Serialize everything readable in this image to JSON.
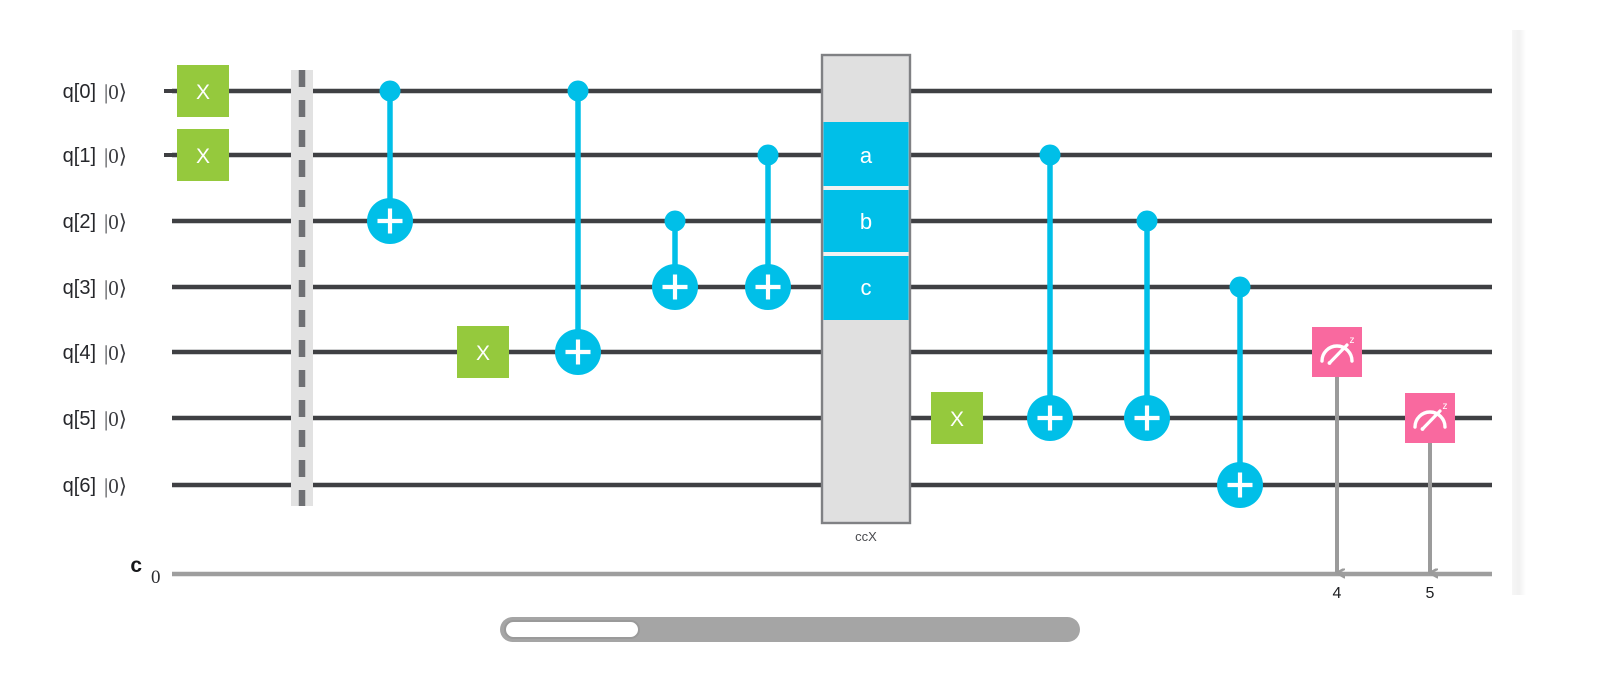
{
  "diagram": {
    "kind": "quantum-circuit",
    "background_color": "#ffffff"
  },
  "palette": {
    "x_gate": "#95c93d",
    "cx_cyan": "#00bfe8",
    "measure_pink": "#f9699f",
    "wire": "#3f4043",
    "classical_wire": "#9e9e9e",
    "barrier": "#6f7074",
    "barrier_band": "#e2e2e2",
    "multi_box_fill": "#e0e0e0",
    "multi_box_stroke": "#808184",
    "gate_text": "#ffffff",
    "label_text": "#26272b"
  },
  "registers": {
    "qubits": [
      {
        "name": "q[0]",
        "state": "|0⟩"
      },
      {
        "name": "q[1]",
        "state": "|0⟩"
      },
      {
        "name": "q[2]",
        "state": "|0⟩"
      },
      {
        "name": "q[3]",
        "state": "|0⟩"
      },
      {
        "name": "q[4]",
        "state": "|0⟩"
      },
      {
        "name": "q[5]",
        "state": "|0⟩"
      },
      {
        "name": "q[6]",
        "state": "|0⟩"
      }
    ],
    "classical": {
      "name": "c",
      "index": "0"
    }
  },
  "gates": {
    "x_gates": [
      {
        "id": "x-q0",
        "label": "X",
        "qubit": 0,
        "column": 0
      },
      {
        "id": "x-q1",
        "label": "X",
        "qubit": 1,
        "column": 0
      },
      {
        "id": "x-q4",
        "label": "X",
        "qubit": 4,
        "column": 3
      },
      {
        "id": "x-q5",
        "label": "X",
        "qubit": 5,
        "column": 8
      }
    ],
    "barriers": [
      {
        "id": "barrier-1",
        "column": 1
      }
    ],
    "cnots": [
      {
        "id": "cx-q0-q2",
        "control": 0,
        "target": 2,
        "column": 2
      },
      {
        "id": "cx-q0-q4",
        "control": 0,
        "target": 4,
        "column": 4
      },
      {
        "id": "cx-q2-q3",
        "control": 2,
        "target": 3,
        "column": 5
      },
      {
        "id": "cx-q1-q3",
        "control": 1,
        "target": 3,
        "column": 6
      },
      {
        "id": "cx-q1-q5",
        "control": 1,
        "target": 5,
        "column": 9
      },
      {
        "id": "cx-q2-q5",
        "control": 2,
        "target": 5,
        "column": 10
      },
      {
        "id": "cx-q3-q6",
        "control": 3,
        "target": 6,
        "column": 11
      }
    ],
    "multi_gate": {
      "id": "ccx-gate",
      "caption": "ccX",
      "column": 7,
      "span_top_qubit": 0,
      "span_bottom_qubit": 6,
      "cells": [
        {
          "label": "a",
          "qubit": 1
        },
        {
          "label": "b",
          "qubit": 2
        },
        {
          "label": "c",
          "qubit": 3
        }
      ]
    },
    "measurements": [
      {
        "id": "measure-q4",
        "qubit": 4,
        "column": 12,
        "clbit_label": "4",
        "basis": "z"
      },
      {
        "id": "measure-q5",
        "qubit": 5,
        "column": 13,
        "clbit_label": "5",
        "basis": "z"
      }
    ]
  },
  "scrollbar": {
    "orientation": "horizontal",
    "position": "bottom"
  }
}
